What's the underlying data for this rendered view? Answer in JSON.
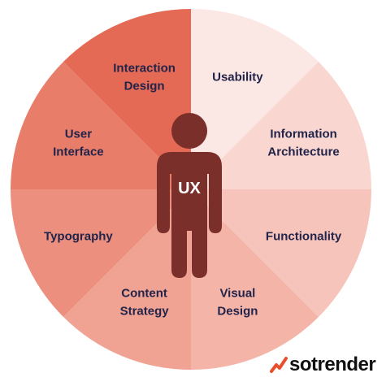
{
  "diagram": {
    "center_label": "UX",
    "figure_color": "#7a2f2a",
    "segments": [
      {
        "label_lines": [
          "Usability"
        ],
        "color": "#fbe7e3"
      },
      {
        "label_lines": [
          "Information",
          "Architecture"
        ],
        "color": "#f9d6cf"
      },
      {
        "label_lines": [
          "Functionality"
        ],
        "color": "#f7c4bb"
      },
      {
        "label_lines": [
          "Visual",
          "Design"
        ],
        "color": "#f4b4a8"
      },
      {
        "label_lines": [
          "Content",
          "Strategy"
        ],
        "color": "#f0a293"
      },
      {
        "label_lines": [
          "Typography"
        ],
        "color": "#ec8f7e"
      },
      {
        "label_lines": [
          "User",
          "Interface"
        ],
        "color": "#e87d69"
      },
      {
        "label_lines": [
          "Interaction",
          "Design"
        ],
        "color": "#e56a55"
      }
    ]
  },
  "brand": {
    "name": "sotrender",
    "icon": "sotrender-chart-mark-icon",
    "accent": "#e8502d"
  }
}
